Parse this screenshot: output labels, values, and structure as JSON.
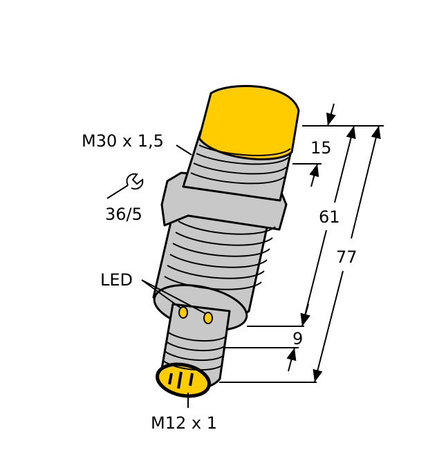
{
  "diagram": {
    "subject": "Cylindrical threaded proximity sensor with M12 connector",
    "colors": {
      "body": "#c8c8c8",
      "cap": "#ffcc00",
      "outline": "#000000",
      "led": "#ffcc00",
      "background": "#ffffff"
    },
    "labels": {
      "thread": "M30 x 1,5",
      "wrench": "36/5",
      "led": "LED",
      "connector": "M12 x 1"
    },
    "dimensions": {
      "cap_length": "15",
      "body_length": "61",
      "total_length": "77",
      "connector_offset": "9"
    },
    "icons": {
      "wrench": "wrench-icon"
    }
  }
}
